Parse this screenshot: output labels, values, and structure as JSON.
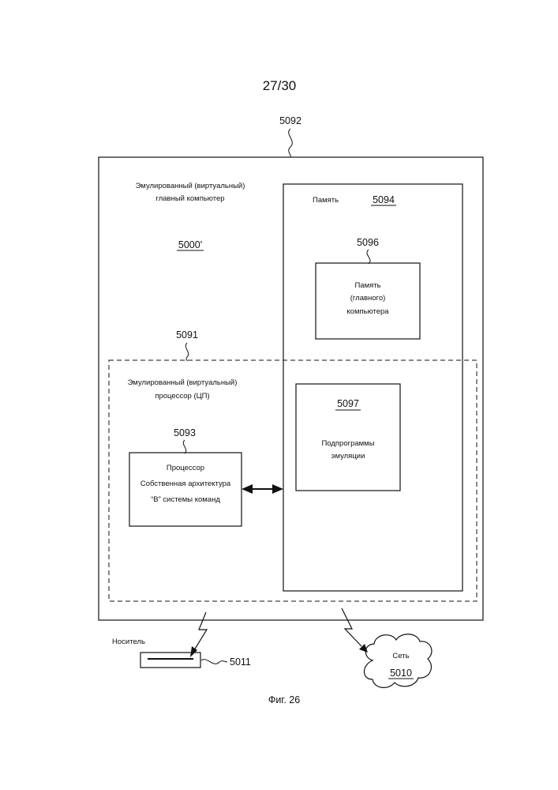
{
  "page_number": "27/30",
  "figure_caption": "Фиг. 26",
  "host": {
    "ref": "5092",
    "label_line1": "Эмулированный (виртуальный)",
    "label_line2": "главный компьютер",
    "id": "5000'"
  },
  "memory": {
    "label": "Память",
    "ref": "5094"
  },
  "host_memory": {
    "ref": "5096",
    "line1": "Память",
    "line2": "(главного)",
    "line3": "компьютера"
  },
  "cpu": {
    "ref": "5091",
    "line1": "Эмулированный (виртуальный)",
    "line2": "процессор (ЦП)"
  },
  "emulation": {
    "ref": "5097",
    "line1": "Подпрограммы",
    "line2": "эмуляции"
  },
  "native_processor": {
    "ref": "5093",
    "line1": "Процессор",
    "line2": "Собственная архитектура",
    "line3": "“B” системы команд"
  },
  "medium": {
    "label": "Носитель",
    "ref": "5011"
  },
  "network": {
    "label": "Сеть",
    "ref": "5010"
  }
}
